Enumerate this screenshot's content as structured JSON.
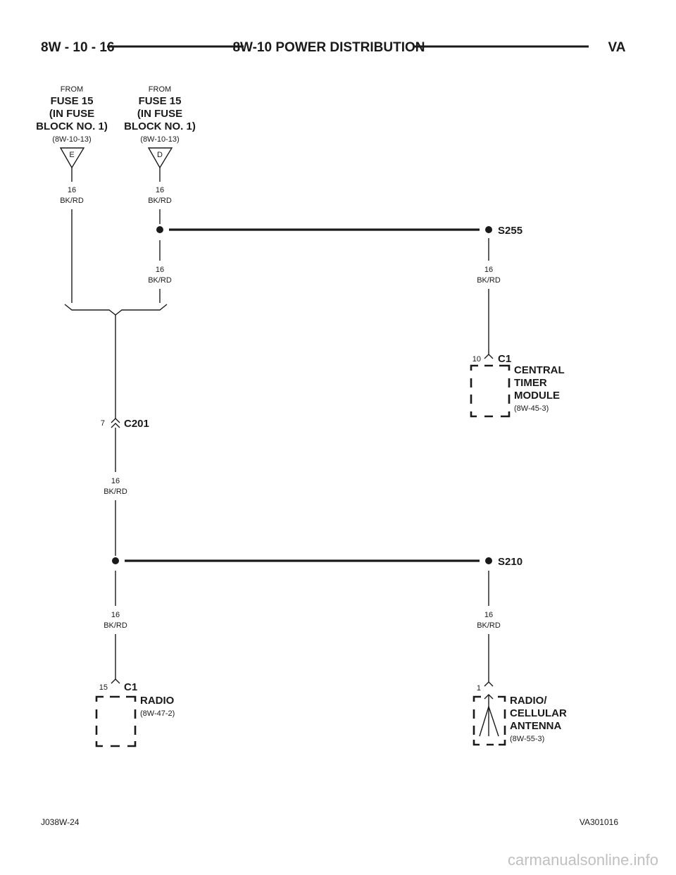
{
  "header": {
    "page": "8W - 10 - 16",
    "title": "8W-10 POWER DISTRIBUTION",
    "model": "VA"
  },
  "sources": [
    {
      "from": "FROM",
      "l1": "FUSE 15",
      "l2": "(IN FUSE",
      "l3": "BLOCK NO. 1)",
      "ref": "(8W-10-13)",
      "letter": "E"
    },
    {
      "from": "FROM",
      "l1": "FUSE 15",
      "l2": "(IN FUSE",
      "l3": "BLOCK NO. 1)",
      "ref": "(8W-10-13)",
      "letter": "D"
    }
  ],
  "wire": {
    "gauge": "16",
    "color": "BK/RD"
  },
  "splices": {
    "s255": "S255",
    "s210": "S210"
  },
  "connectors": {
    "c201": {
      "name": "C201",
      "pin": "7"
    },
    "ctm": {
      "name": "C1",
      "pin": "10"
    },
    "radio": {
      "name": "C1",
      "pin": "15"
    },
    "antenna": {
      "pin": "1"
    }
  },
  "modules": {
    "ctm": {
      "l1": "CENTRAL",
      "l2": "TIMER",
      "l3": "MODULE",
      "ref": "(8W-45-3)"
    },
    "radio": {
      "l1": "RADIO",
      "ref": "(8W-47-2)"
    },
    "antenna": {
      "l1": "RADIO/",
      "l2": "CELLULAR",
      "l3": "ANTENNA",
      "ref": "(8W-55-3)"
    }
  },
  "footer": {
    "left": "J038W-24",
    "right": "VA301016"
  },
  "watermark": "carmanualsonline.info"
}
